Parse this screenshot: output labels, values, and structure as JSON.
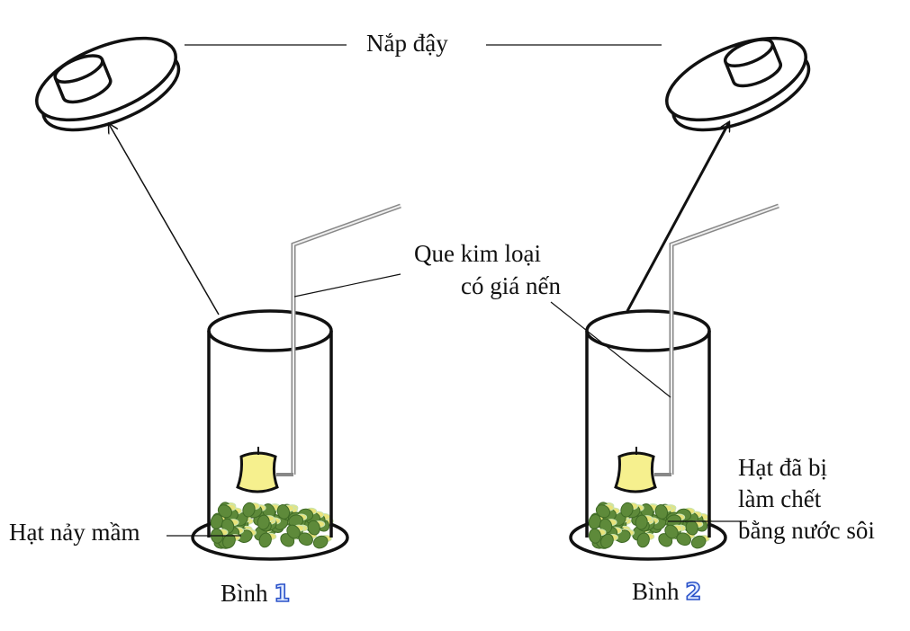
{
  "labels": {
    "lid": "Nắp đậy",
    "rod_line1": "Que kim loại",
    "rod_line2": "có giá nến",
    "germinating_seeds": "Hạt nảy mầm",
    "dead_seeds_line1": "Hạt đã bị",
    "dead_seeds_line2": "làm chết",
    "dead_seeds_line3": "bằng nước sôi"
  },
  "jars": [
    {
      "word": "Bình",
      "number": "1"
    },
    {
      "word": "Bình",
      "number": "2"
    }
  ],
  "colors": {
    "seed": "#5e8a3a",
    "sprout": "#e8e37a",
    "candle": "#f6f08e",
    "number": "#2a52c9"
  }
}
